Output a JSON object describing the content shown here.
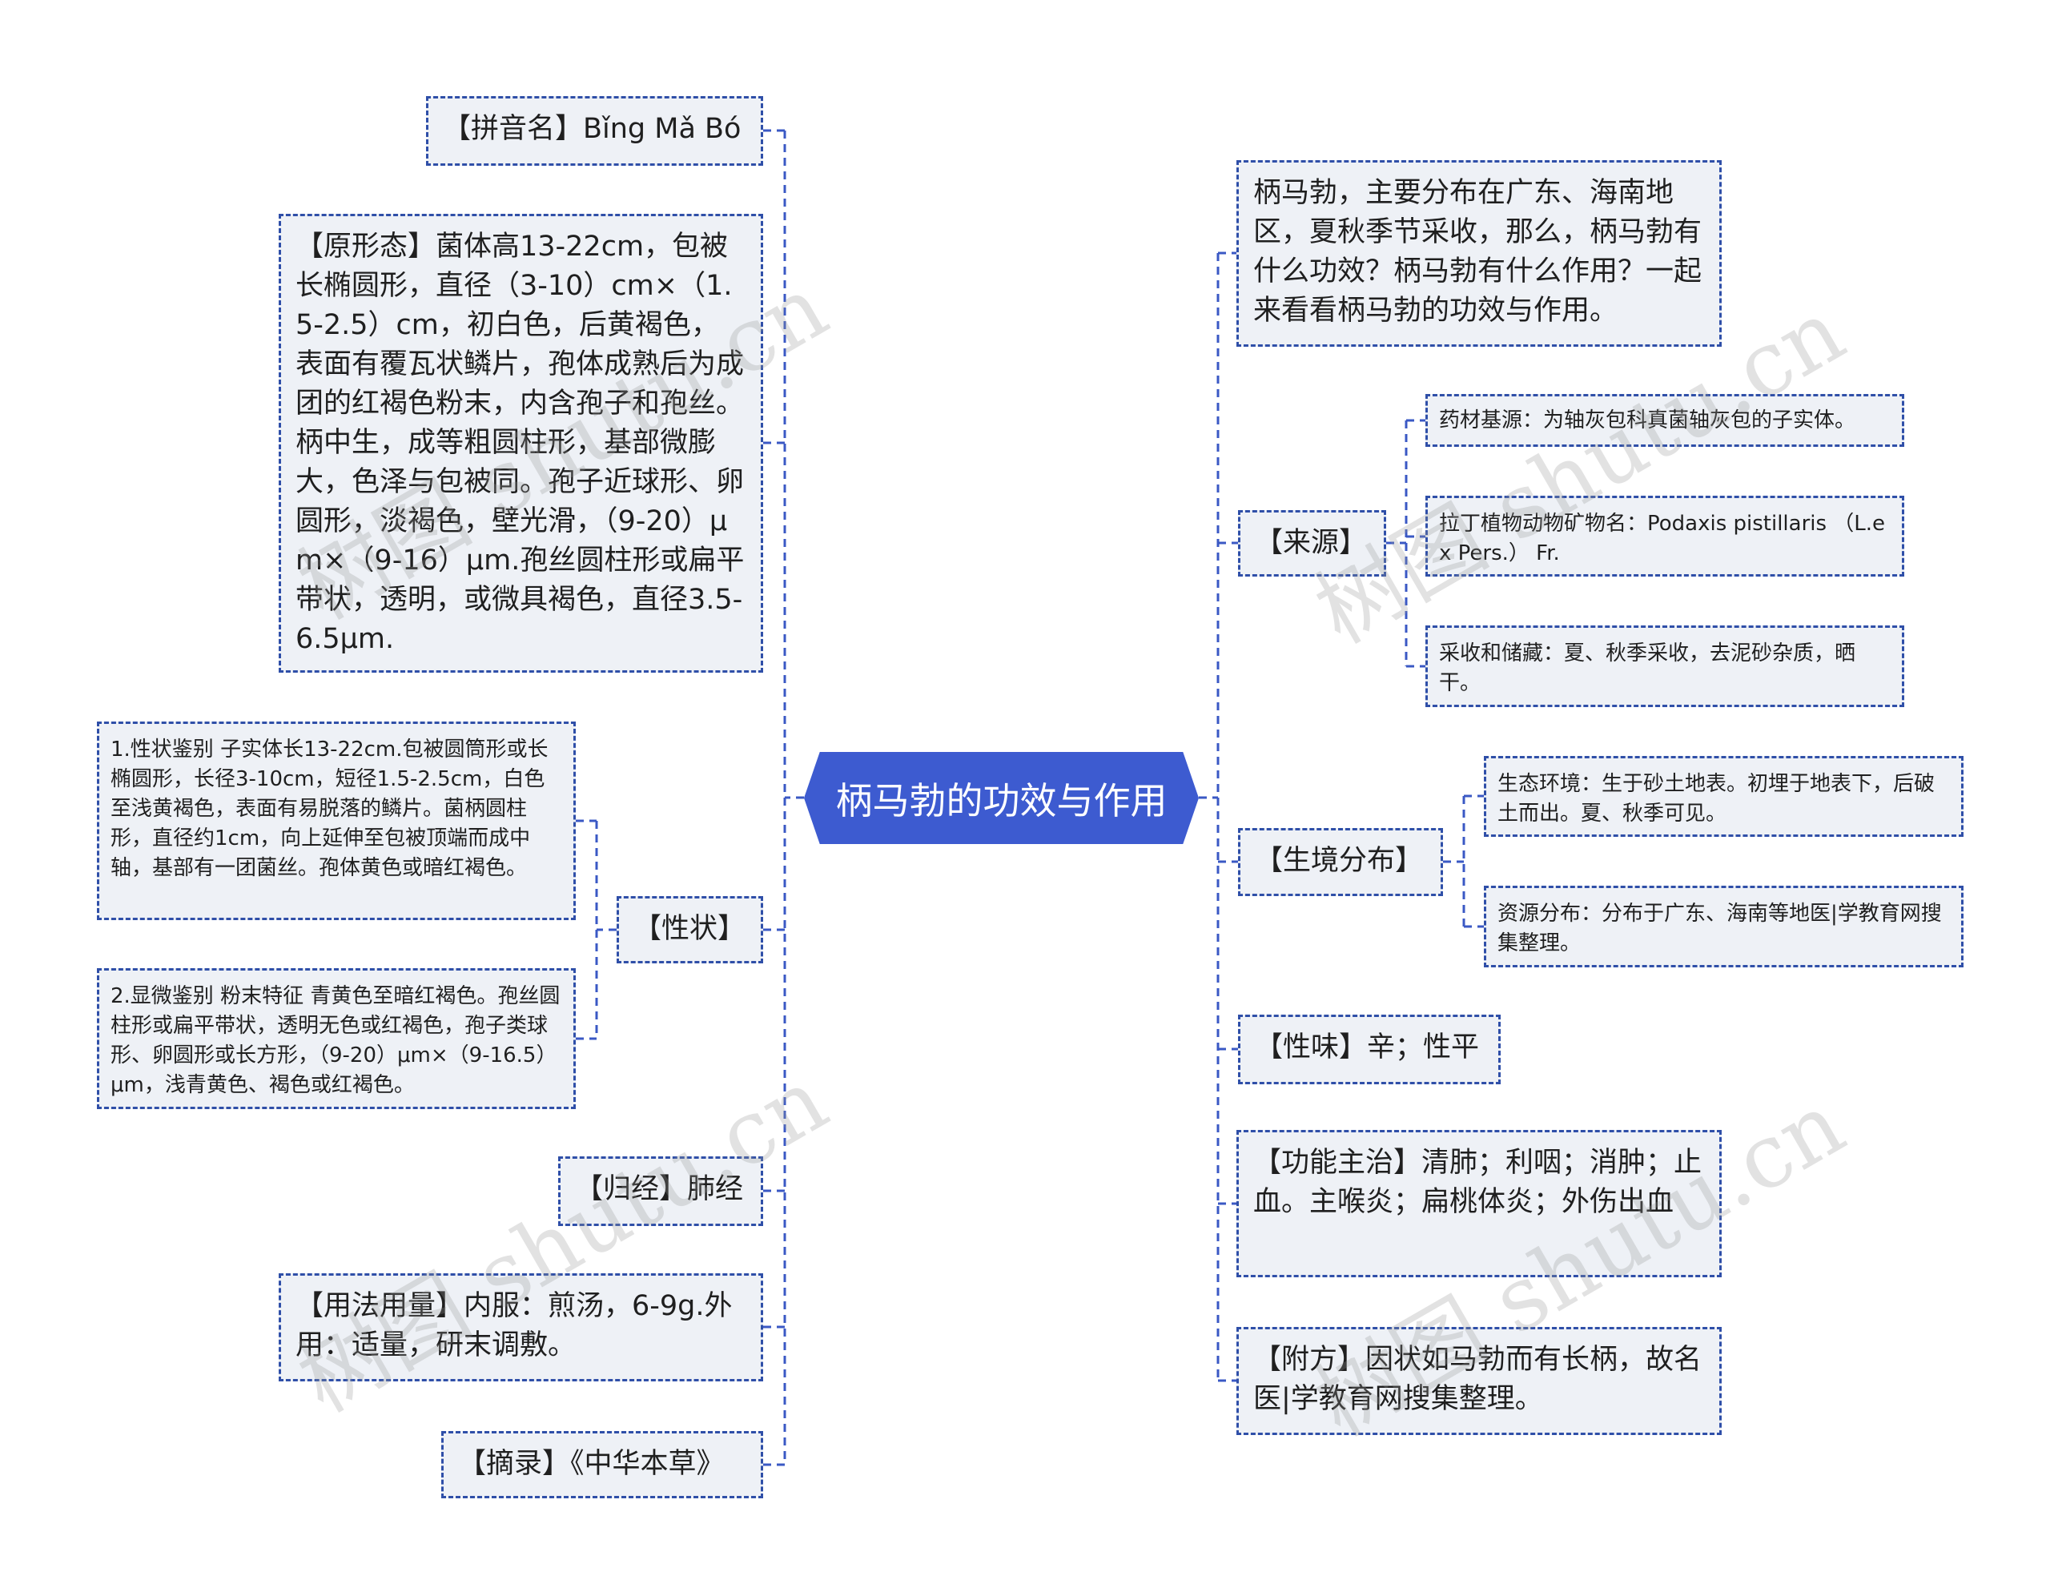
{
  "center": {
    "title": "柄马勃的功效与作用"
  },
  "left": {
    "pinyin": "【拼音名】Bǐng Mǎ Bó",
    "morphology": "【原形态】菌体高13-22cm，包被长椭圆形，直径（3-10）cm×（1.5-2.5）cm，初白色，后黄褐色，表面有覆瓦状鳞片，孢体成熟后为成团的红褐色粉末，内含孢子和孢丝。柄中生，成等粗圆柱形，基部微膨大，色泽与包被同。孢子近球形、卵圆形，淡褐色，壁光滑，（9-20）μm×（9-16）μm.孢丝圆柱形或扁平带状，透明，或微具褐色，直径3.5-6.5μm.",
    "traits": {
      "label": "【性状】",
      "children": [
        "1.性状鉴别 子实体长13-22cm.包被圆筒形或长椭圆形，长径3-10cm，短径1.5-2.5cm，白色至浅黄褐色，表面有易脱落的鳞片。菌柄圆柱形，直径约1cm，向上延伸至包被顶端而成中轴，基部有一团菌丝。孢体黄色或暗红褐色。",
        "2.显微鉴别 粉末特征 青黄色至暗红褐色。孢丝圆柱形或扁平带状，透明无色或红褐色，孢子类球形、卵圆形或长方形，（9-20）μm×（9-16.5）μm，浅青黄色、褐色或红褐色。"
      ]
    },
    "meridian": "【归经】肺经",
    "usage": "【用法用量】内服：煎汤，6-9g.外用：适量，研末调敷。",
    "excerpt": "【摘录】《中华本草》"
  },
  "right": {
    "intro": "柄马勃，主要分布在广东、海南地区，夏秋季节采收，那么，柄马勃有什么功效？柄马勃有什么作用？一起来看看柄马勃的功效与作用。",
    "source": {
      "label": "【来源】",
      "children": [
        "药材基源：为轴灰包科真菌轴灰包的子实体。",
        "拉丁植物动物矿物名：Podaxis pistillaris （L.ex Pers.） Fr.",
        "采收和储藏：夏、秋季采收，去泥砂杂质，晒干。"
      ]
    },
    "habitat": {
      "label": "【生境分布】",
      "children": [
        "生态环境：生于砂土地表。初埋于地表下，后破土而出。夏、秋季可见。",
        "资源分布：分布于广东、海南等地医|学教育网搜集整理。"
      ]
    },
    "taste": "【性味】辛；性平",
    "function": "【功能主治】清肺；利咽；消肿；止血。主喉炎；扁桃体炎；外伤出血",
    "prescription": "【附方】因状如马勃而有长柄，故名医|学教育网搜集整理。"
  },
  "watermark": "树图 shutu.cn",
  "colors": {
    "accent": "#3d5bd0",
    "border": "#2f4fa8",
    "node_bg": "#eef1f6"
  }
}
